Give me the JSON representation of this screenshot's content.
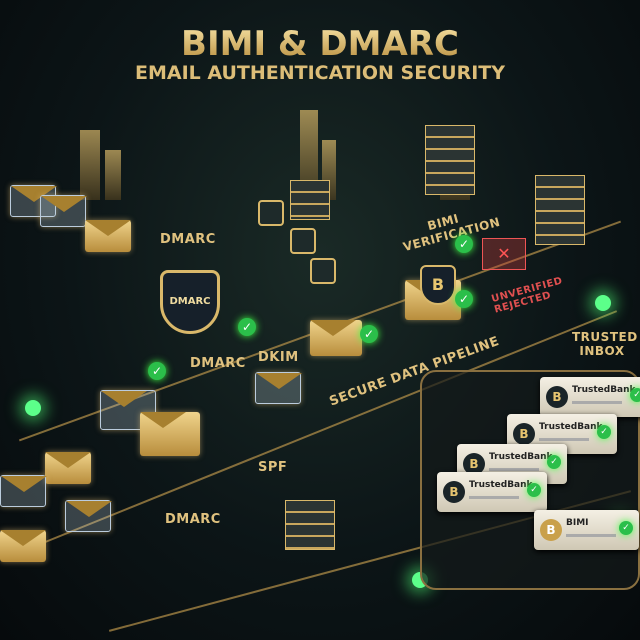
{
  "header": {
    "title": "BIMI & DMARC",
    "subtitle": "EMAIL AUTHENTICATION SECURITY"
  },
  "labels": {
    "dmarc_top": "DMARC",
    "shield": "DMARC",
    "dmarc_mid": "DMARC",
    "dkim": "DKIM",
    "spf": "SPF",
    "dmarc_bottom": "DMARC",
    "bimi_verification": "BIMI VERIFICATION",
    "unverified": "UNVERIFIED REJECTED",
    "pipeline": "SECURE DATA PIPELINE",
    "trusted_inbox": "TRUSTED INBOX",
    "bimi_shield": "B",
    "reject_mark": "✕",
    "check_mark": "✓"
  },
  "inbox": {
    "cards": [
      {
        "logo": "B",
        "name": "TrustedBank",
        "verified": true
      },
      {
        "logo": "B",
        "name": "TrustedBank",
        "verified": true
      },
      {
        "logo": "B",
        "name": "TrustedBank",
        "verified": true
      },
      {
        "logo": "B",
        "name": "TrustedBank",
        "verified": true
      },
      {
        "logo": "B",
        "name": "BIMI",
        "verified": true
      }
    ]
  },
  "colors": {
    "gold": "#e2c27a",
    "success": "#2bbf4a",
    "reject": "#e55555",
    "background": "#0b1114"
  }
}
